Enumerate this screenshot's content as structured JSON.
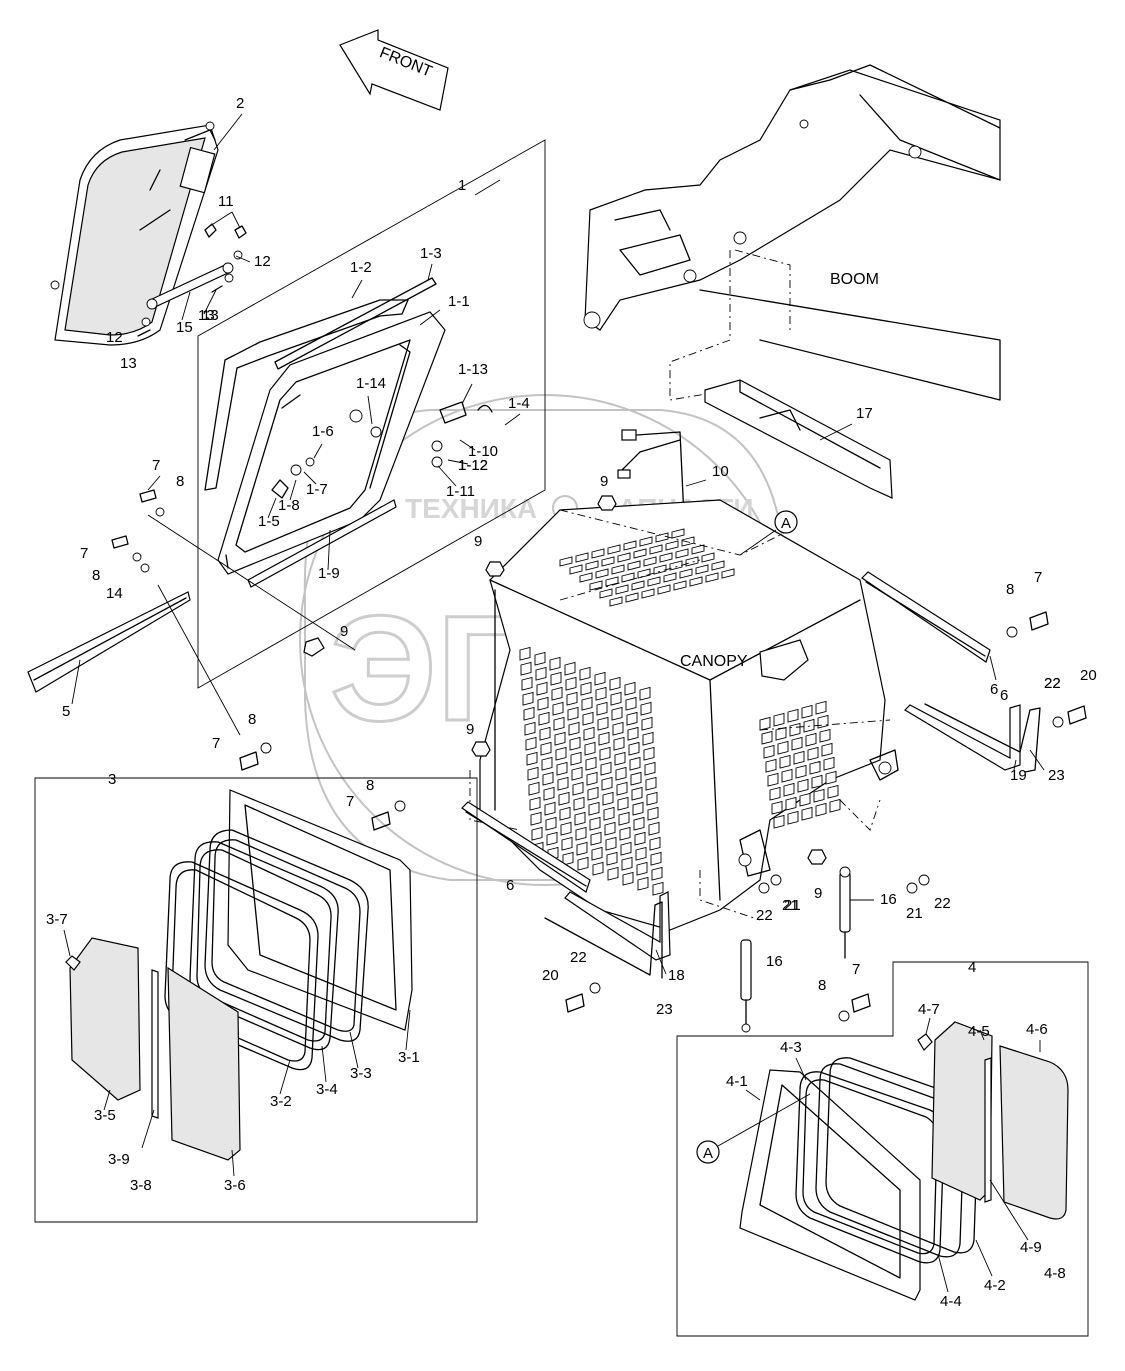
{
  "arrow_label": "FRONT",
  "boom_label": "BOOM",
  "canopy_label": "CANOPY",
  "ref_mark": "A",
  "watermark": {
    "left": "ТЕХНИКА",
    "right": "ЗАПЧАСТИ",
    "logo": "ЭПФ"
  },
  "callouts": [
    "1",
    "1-1",
    "1-2",
    "1-3",
    "1-4",
    "1-5",
    "1-6",
    "1-7",
    "1-8",
    "1-9",
    "1-10",
    "1-11",
    "1-12",
    "1-13",
    "1-14",
    "2",
    "3",
    "3-1",
    "3-2",
    "3-3",
    "3-4",
    "3-5",
    "3-6",
    "3-7",
    "3-8",
    "3-9",
    "4",
    "4-1",
    "4-2",
    "4-3",
    "4-4",
    "4-5",
    "4-6",
    "4-7",
    "4-8",
    "4-9",
    "5",
    "6",
    "7",
    "8",
    "9",
    "10",
    "11",
    "12",
    "13",
    "14",
    "15",
    "16",
    "17",
    "18",
    "19",
    "20",
    "21",
    "22",
    "23"
  ]
}
